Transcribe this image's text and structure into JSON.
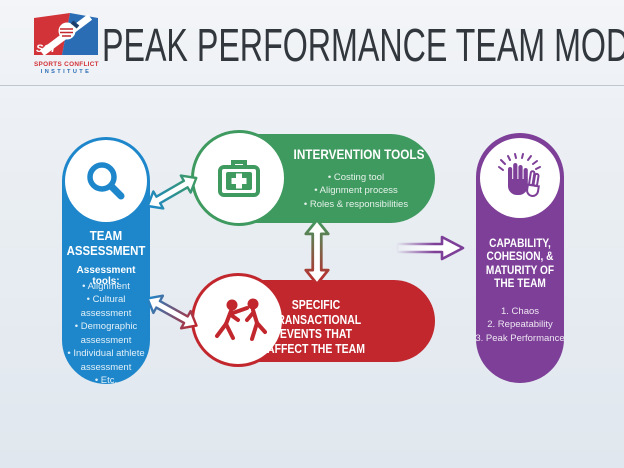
{
  "header": {
    "title": "PEAK PERFORMANCE TEAM MODEL",
    "logo": {
      "acronym": "SCI",
      "line1": "SPORTS CONFLICT",
      "line2": "INSTITUTE"
    }
  },
  "colors": {
    "team_assessment": "#1e87cb",
    "intervention_tools": "#3f9a60",
    "transactional_events": "#c1272d",
    "capability": "#7d3f98",
    "title_text": "#31373c"
  },
  "diagram": {
    "team_assessment": {
      "icon": "magnifier-icon",
      "title_lines": [
        "TEAM",
        "ASSESSMENT"
      ],
      "subtitle": "Assessment tools:",
      "items": [
        "Alignment",
        "Cultural assessment",
        "Demographic assessment",
        "Individual athlete assessment",
        "Etc."
      ]
    },
    "intervention_tools": {
      "icon": "first-aid-kit-icon",
      "title": "INTERVENTION TOOLS",
      "items": [
        "Costing tool",
        "Alignment process",
        "Roles & responsibilities"
      ]
    },
    "transactional_events": {
      "icon": "conflict-figures-icon",
      "title_lines": [
        "SPECIFIC TRANSACTIONAL",
        "EVENTS THAT",
        "AFFECT THE TEAM"
      ]
    },
    "capability": {
      "icon": "applause-icon",
      "title_lines": [
        "CAPABILITY,",
        "COHESION, &",
        "MATURITY OF",
        "THE TEAM"
      ],
      "items": [
        "1. Chaos",
        "2. Repeatability",
        "3. Peak Performance"
      ]
    },
    "arrows": [
      "team-assessment <-> intervention-tools",
      "team-assessment <-> transactional-events",
      "intervention-tools <-> transactional-events",
      "-> capability-cohesion-maturity"
    ]
  }
}
